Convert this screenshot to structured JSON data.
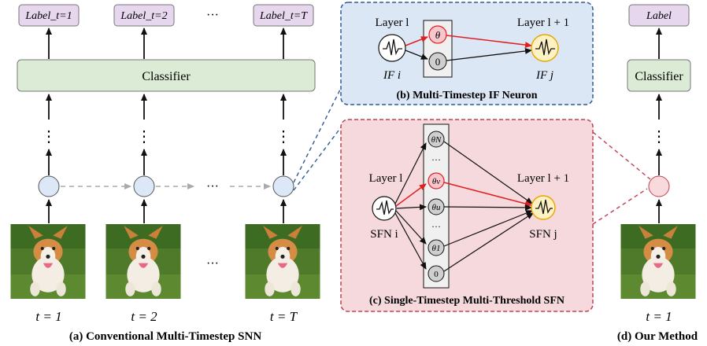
{
  "panel_a": {
    "caption": "(a) Conventional Multi-Timestep SNN",
    "labels": [
      "Label_t=1",
      "Label_t=2",
      "Label_t=T"
    ],
    "classifier": "Classifier",
    "timesteps": [
      "t = 1",
      "t = 2",
      "t = T"
    ],
    "ellipsis": "···",
    "vdots": "⋮"
  },
  "panel_b": {
    "caption": "(b) Multi-Timestep IF Neuron",
    "layer_l": "Layer l",
    "layer_l1": "Layer l + 1",
    "threshold": "θ",
    "zero": "0",
    "src_label": "IF i",
    "dst_label": "IF j"
  },
  "panel_c": {
    "caption": "(c) Single-Timestep Multi-Threshold SFN",
    "layer_l": "Layer l",
    "layer_l1": "Layer l + 1",
    "thresholds": [
      "θN",
      "···",
      "θv",
      "θu",
      "···",
      "θ1",
      "0"
    ],
    "src_label": "SFN i",
    "dst_label": "SFN j"
  },
  "panel_d": {
    "caption": "(d) Our Method",
    "label": "Label",
    "classifier": "Classifier",
    "timestep": "t = 1",
    "vdots": "⋮"
  },
  "colors": {
    "label_fill": "#e6d7ee",
    "classifier_fill": "#dcebd6",
    "neuron_blue": "#dce8f8",
    "neuron_pink": "#f8d9dc",
    "panel_b_bg": "#dce7f6",
    "panel_c_bg": "#f6d9dd",
    "spike_red": "#e02020",
    "out_neuron": "#fff2c2",
    "grass": "#4f7a2a"
  }
}
